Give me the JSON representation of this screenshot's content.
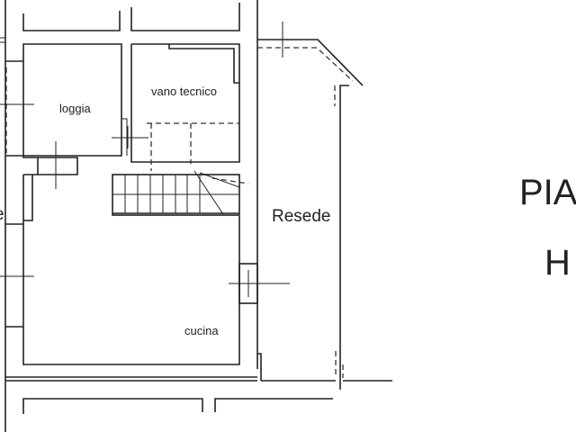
{
  "rooms": {
    "loggia": "loggia",
    "vano_tecnico": "vano tecnico",
    "cucina": "cucina",
    "resede": "Resede",
    "left_cut": "e"
  },
  "title": {
    "line1": "PIA",
    "line2": "H"
  },
  "colors": {
    "line": "#222222",
    "background": "#ffffff"
  }
}
